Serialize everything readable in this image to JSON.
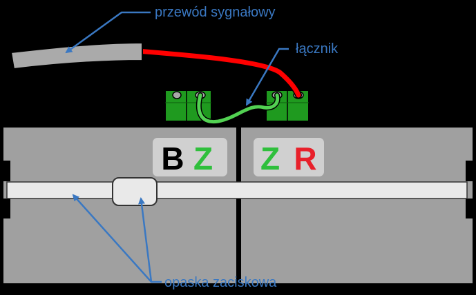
{
  "labels": {
    "signal_wire": "przewód sygnałowy",
    "connector": "łącznik",
    "cable_tie": "opaska zaciskowa"
  },
  "left_block": {
    "letter1": "B",
    "letter2": "Z"
  },
  "right_block": {
    "letter1": "Z",
    "letter2": "R"
  },
  "colors": {
    "background": "#000000",
    "block": "#a0a0a0",
    "label_badge": "#d0d0d0",
    "tie": "#e9e9e9",
    "terminal": "#1f9a1f",
    "jumper_wire": "#52d152",
    "signal_red": "#ff0000",
    "cable_gray": "#aaaaaa",
    "callout": "#3a78c2",
    "letter_black": "#000000",
    "letter_green": "#2fbf3c",
    "letter_red": "#e8202a"
  },
  "icons": [
    "arrow-icon",
    "screw-icon"
  ]
}
